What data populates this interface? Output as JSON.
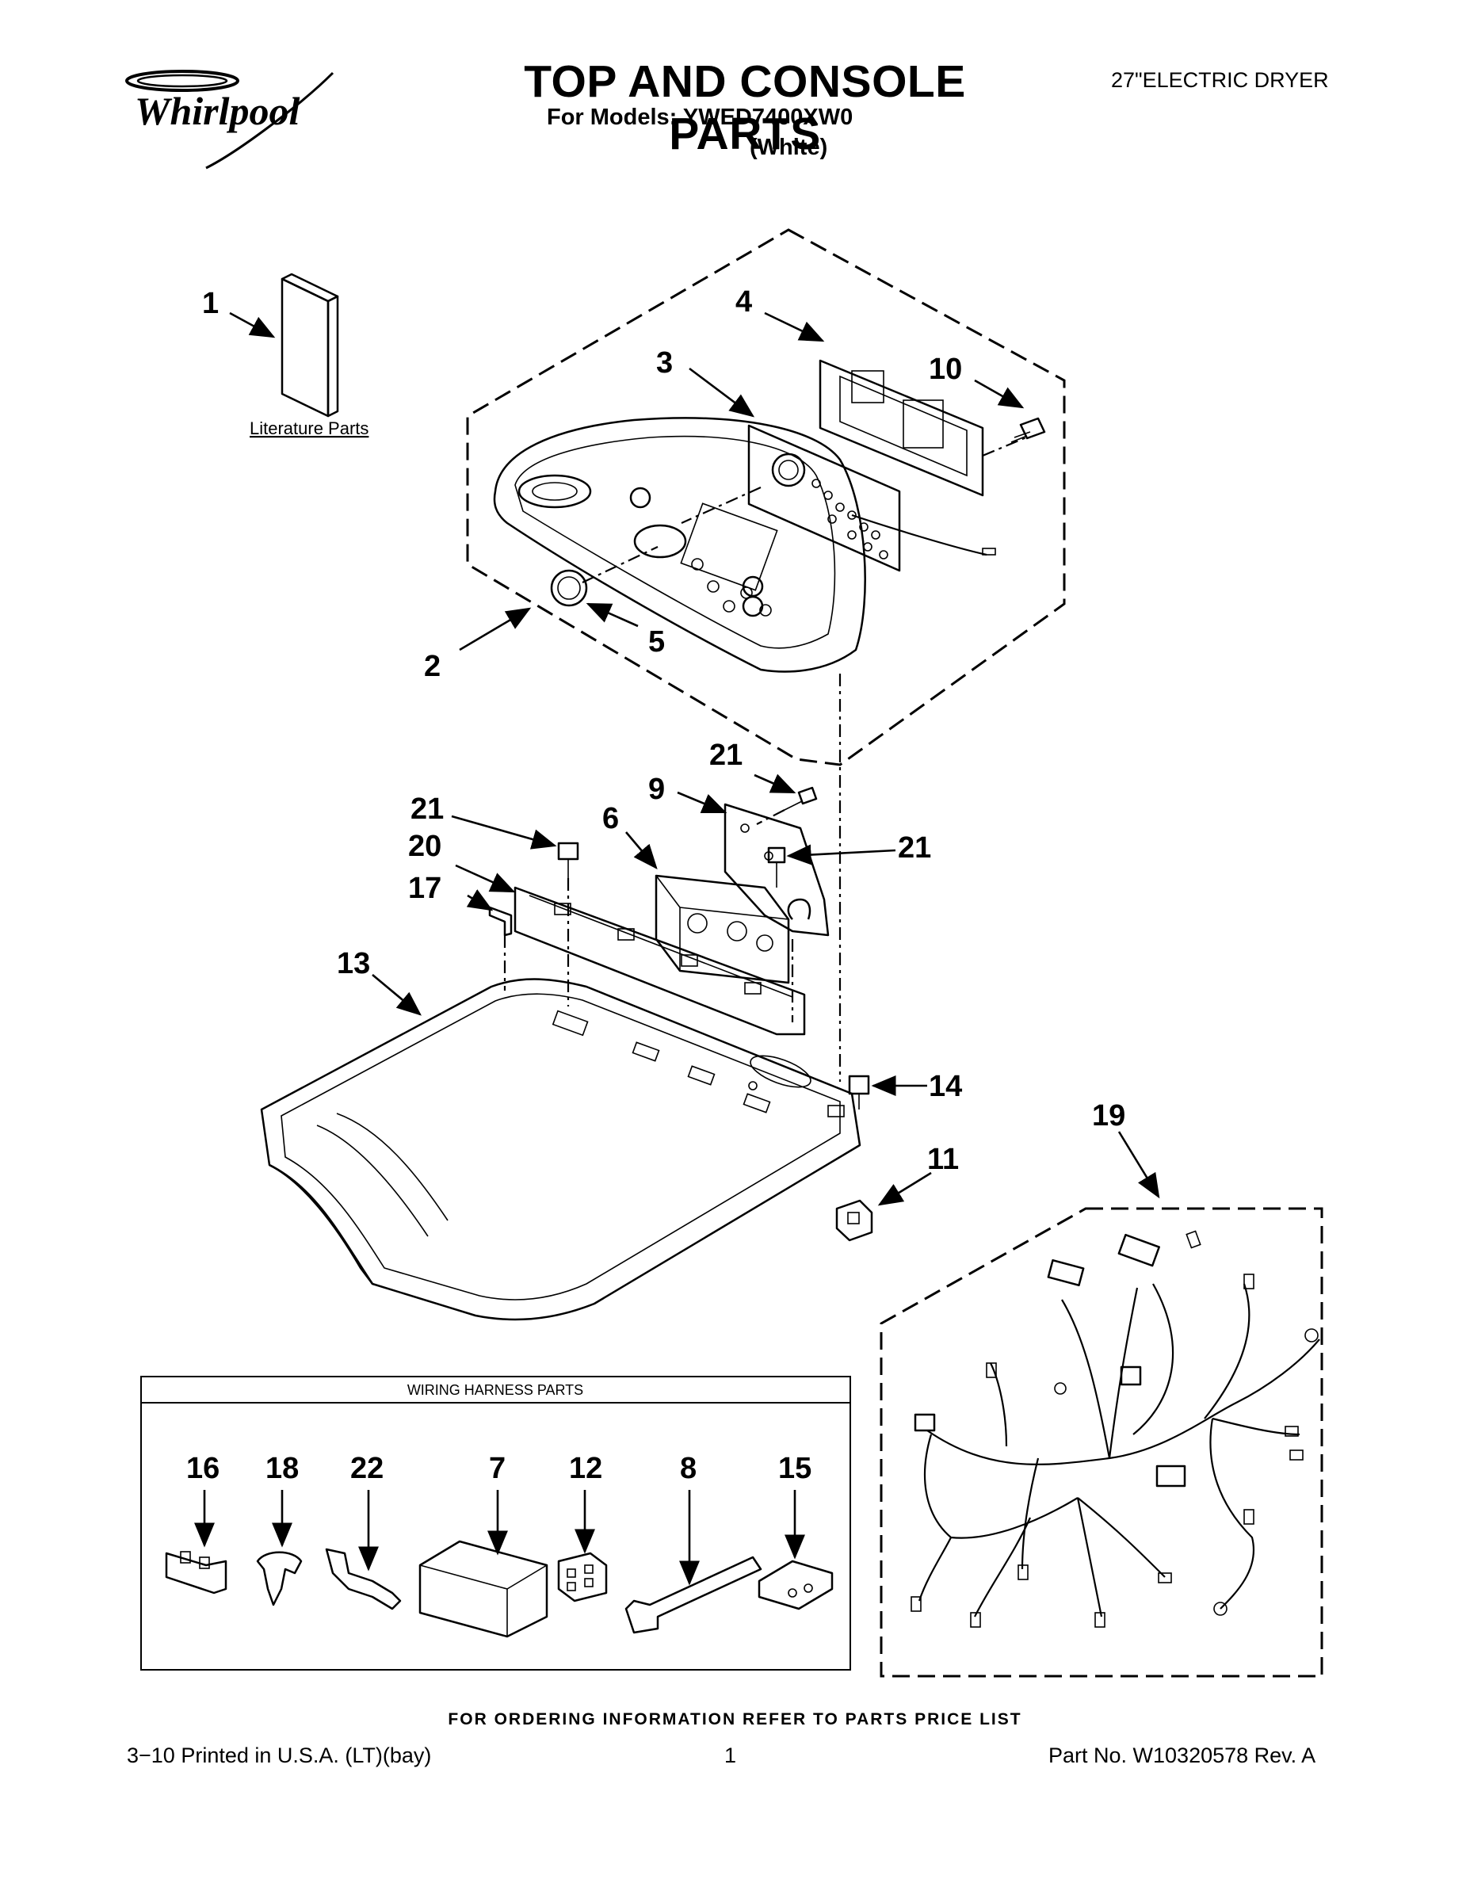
{
  "header": {
    "brand": "Whirlpool",
    "title": "TOP AND CONSOLE PARTS",
    "models_line": "For Models: YWED7400XW0",
    "color_line": "(White)",
    "product_type": "27\"ELECTRIC DRYER"
  },
  "diagram": {
    "literature_label": "Literature Parts",
    "callouts": {
      "c1": "1",
      "c2": "2",
      "c3": "3",
      "c4": "4",
      "c5": "5",
      "c6": "6",
      "c9": "9",
      "c10": "10",
      "c11": "11",
      "c13": "13",
      "c14": "14",
      "c17": "17",
      "c19": "19",
      "c20": "20",
      "c21a": "21",
      "c21b": "21",
      "c21c": "21"
    },
    "wiring_harness": {
      "title": "WIRING HARNESS PARTS",
      "items": [
        "16",
        "18",
        "22",
        "7",
        "12",
        "8",
        "15"
      ]
    }
  },
  "footer": {
    "ordering_note": "FOR ORDERING INFORMATION REFER TO PARTS PRICE LIST",
    "printed": "3−10 Printed in U.S.A. (LT)(bay)",
    "page_number": "1",
    "part_number": "Part No. W10320578 Rev. A"
  }
}
